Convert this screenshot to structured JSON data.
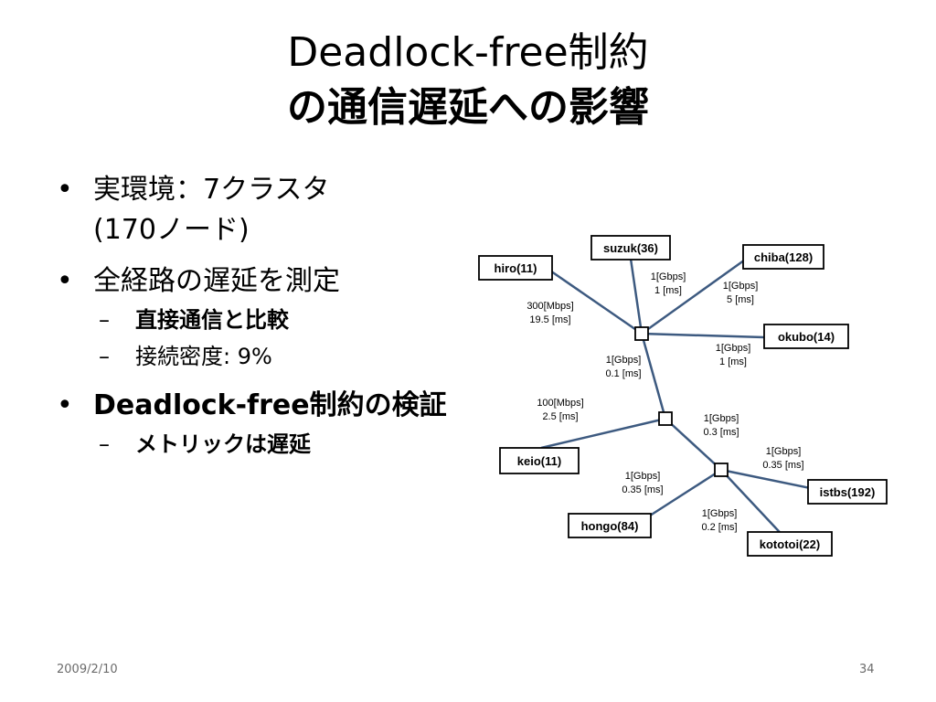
{
  "title": {
    "line1": "Deadlock-free制約",
    "line2": "の通信遅延への影響"
  },
  "bullets": {
    "b1": "実環境：7クラスタ",
    "b1_cont": "(170ノード)",
    "b2": "全経路の遅延を測定",
    "b2_sub1": "直接通信と比較",
    "b2_sub2": "接続密度: 9%",
    "b3": "Deadlock-free制約の検証",
    "b3_sub1": "メトリックは遅延",
    "bullet_glyph": "•",
    "dash_glyph": "–"
  },
  "diagram": {
    "nodes": {
      "hiro": "hiro(11)",
      "suzuk": "suzuk(36)",
      "chiba": "chiba(128)",
      "okubo": "okubo(14)",
      "keio": "keio(11)",
      "hongo": "hongo(84)",
      "istbs": "istbs(192)",
      "kototoi": "kototoi(22)"
    },
    "links": {
      "hiro": {
        "bw": "300[Mbps]",
        "lat": "19.5 [ms]"
      },
      "suzuk": {
        "bw": "1[Gbps]",
        "lat": "1 [ms]"
      },
      "chiba": {
        "bw": "1[Gbps]",
        "lat": "5 [ms]"
      },
      "okubo": {
        "bw": "1[Gbps]",
        "lat": "1 [ms]"
      },
      "sw1_sw2": {
        "bw": "1[Gbps]",
        "lat": "0.1 [ms]"
      },
      "keio": {
        "bw": "100[Mbps]",
        "lat": "2.5 [ms]"
      },
      "sw2_sw3": {
        "bw": "1[Gbps]",
        "lat": "0.3 [ms]"
      },
      "istbs": {
        "bw": "1[Gbps]",
        "lat": "0.35 [ms]"
      },
      "hongo": {
        "bw": "1[Gbps]",
        "lat": "0.35 [ms]"
      },
      "kototoi": {
        "bw": "1[Gbps]",
        "lat": "0.2 [ms]"
      }
    },
    "colors": {
      "link": "#3d5a80",
      "border": "#000000"
    }
  },
  "footer": {
    "date": "2009/2/10",
    "page": "34"
  }
}
